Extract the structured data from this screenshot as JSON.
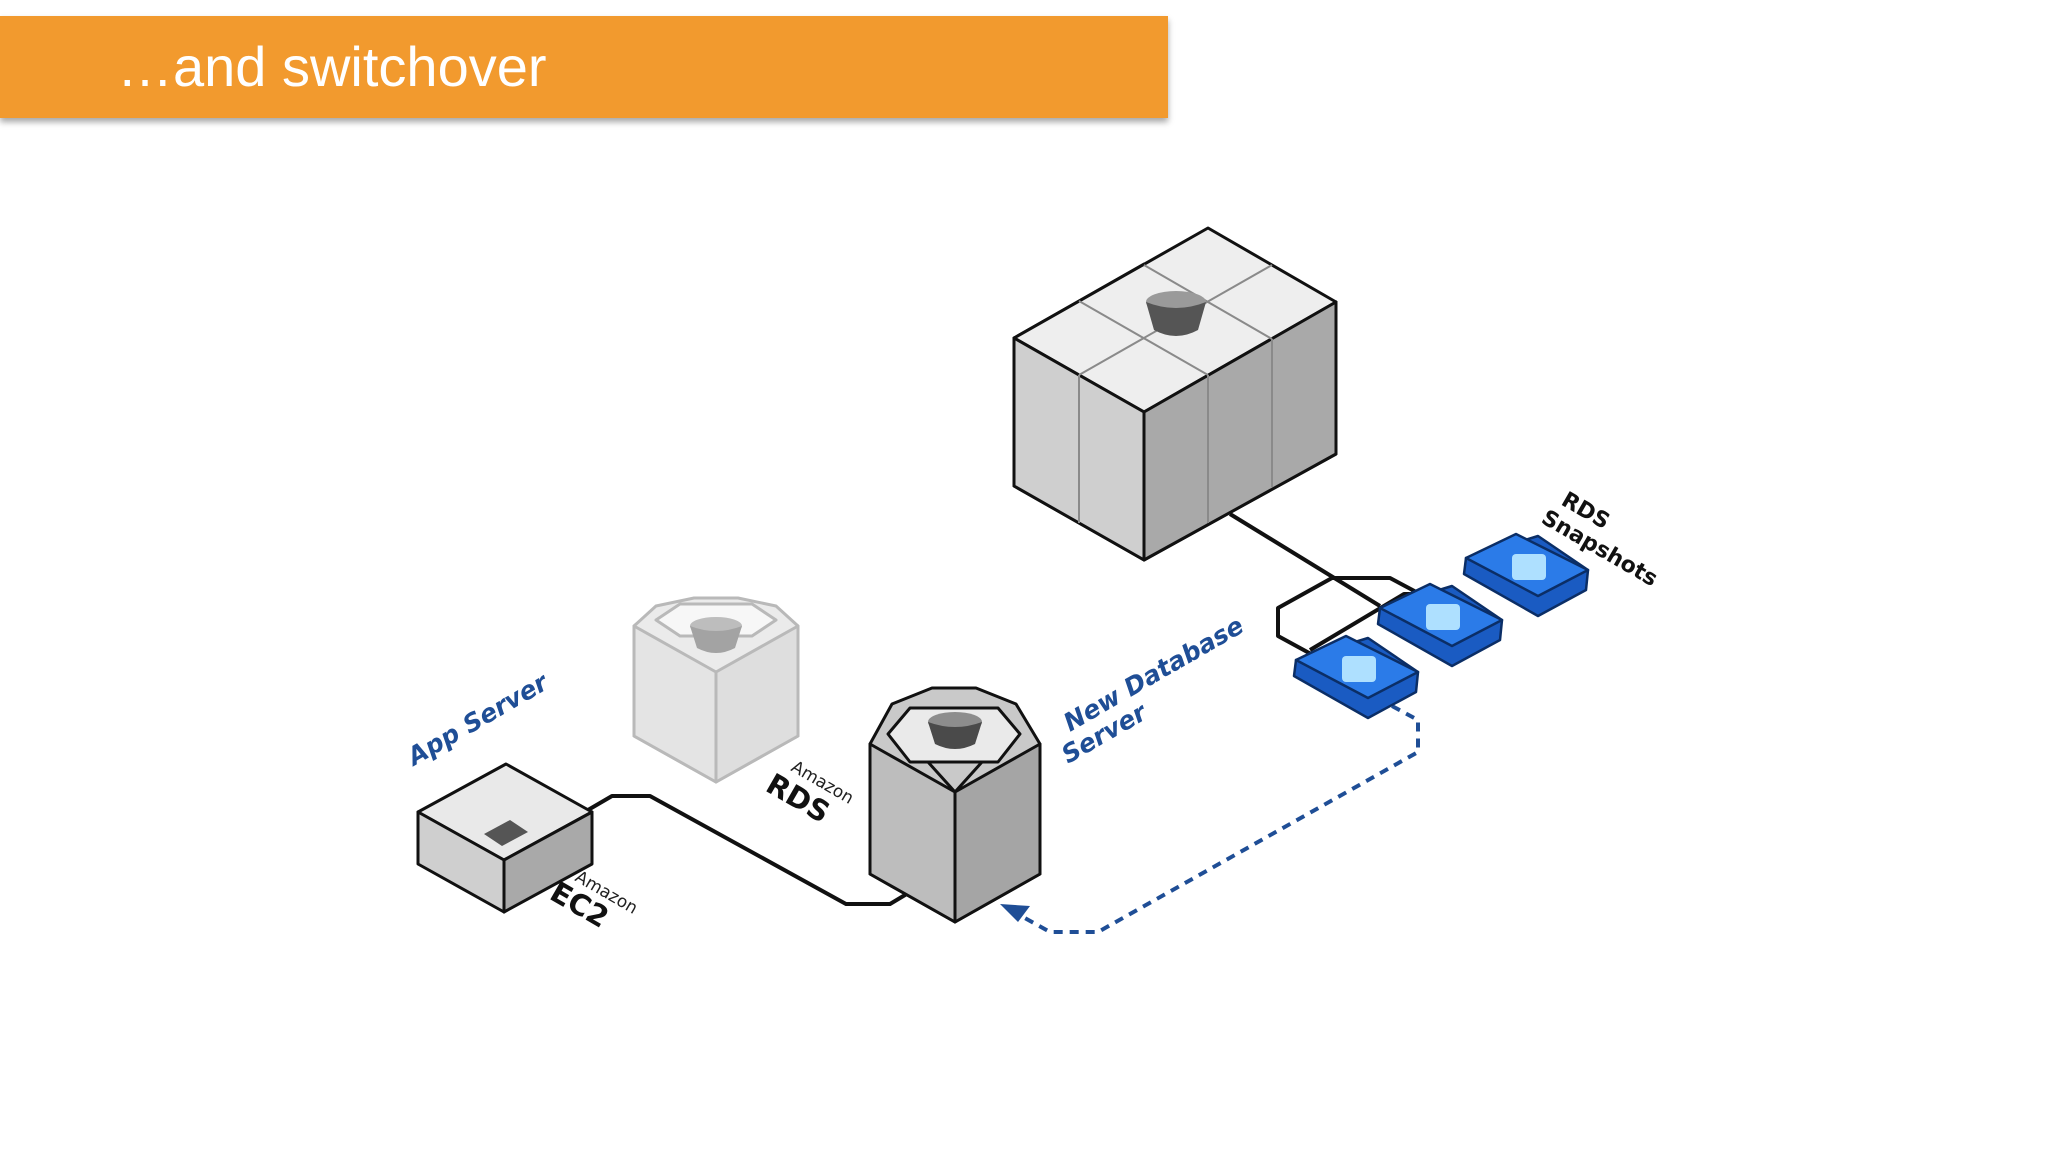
{
  "slide": {
    "title": "…and switchover"
  },
  "labels": {
    "app_server": "App Server",
    "ec2_vendor": "Amazon",
    "ec2_name": "EC2",
    "rds_vendor": "Amazon",
    "rds_name": "RDS",
    "new_db_line1": "New Database",
    "new_db_line2": "Server",
    "snapshots_line1": "RDS",
    "snapshots_line2": "Snapshots"
  },
  "colors": {
    "title_bar": "#f29a2e",
    "label_blue": "#1f4e96",
    "snapshot_blue": "#1f6fd6",
    "restore_arrow": "#1f4e96"
  },
  "icons": [
    "database-bucket-icon",
    "chip-icon"
  ]
}
